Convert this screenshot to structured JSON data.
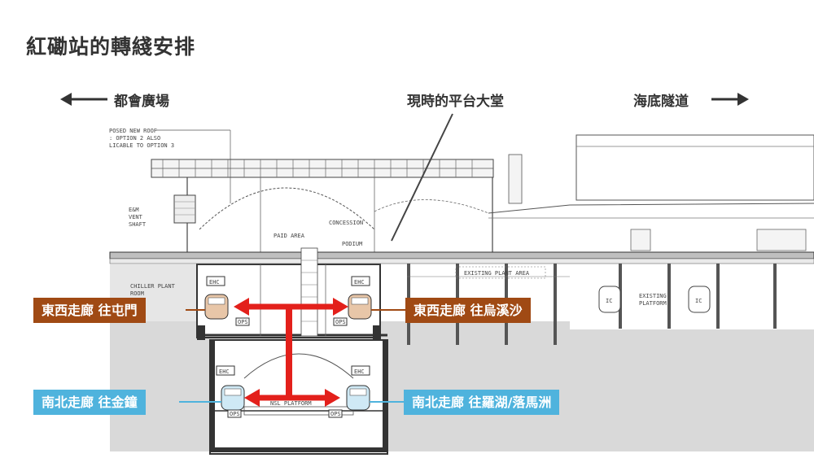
{
  "title": "紅磡站的轉綫安排",
  "directions": {
    "left": "都會廣場",
    "center": "現時的平台大堂",
    "right": "海底隧道"
  },
  "labels": {
    "ew_left": "東西走廊  往屯門",
    "ew_right": "東西走廊  往烏溪沙",
    "ns_left": "南北走廊  往金鐘",
    "ns_right": "南北走廊  往羅湖/落馬洲"
  },
  "drawing_notes": {
    "roof_note_1": "POSED NEW ROOF",
    "roof_note_2": ": OPTION 2 ALSO",
    "roof_note_3": "LICABLE TO OPTION 3",
    "vent_1": "E&M",
    "vent_2": "VENT",
    "vent_3": "SHAFT",
    "paid_area": "PAID AREA",
    "concession": "CONCESSION",
    "podium": "PODIUM",
    "existing_plant": "EXISTING PLANT AREA",
    "chiller_1": "CHILLER PLANT",
    "chiller_2": "ROOM",
    "ehc": "EHC",
    "ops": "OPS",
    "nsl_platform": "NSL PLATFORM",
    "existing_platform_1": "EXISTING",
    "existing_platform_2": "PLATFORM",
    "ic": "IC"
  },
  "colors": {
    "ew_brown": "#a04a14",
    "ns_blue": "#4fb3dd",
    "arrow_red": "#e3201b",
    "ground": "#d9d9d9"
  }
}
